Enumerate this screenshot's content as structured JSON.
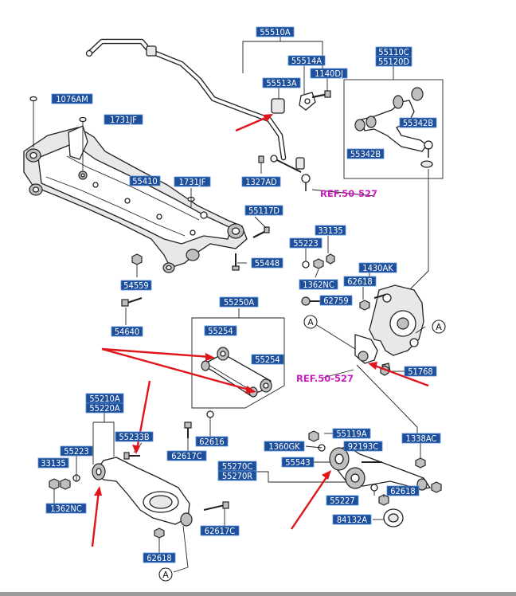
{
  "diagram": {
    "part_numbers": {
      "p55510A": "55510A",
      "p55514A": "55514A",
      "p55513A": "55513A",
      "p1140DJ": "1140DJ",
      "p1076AM": "1076AM",
      "p1731JF_a": "1731JF",
      "p1731JF_b": "1731JF",
      "p55410": "55410",
      "p1327AD": "1327AD",
      "p55110C": "55110C",
      "p55120D": "55120D",
      "p55342B_a": "55342B",
      "p55342B_b": "55342B",
      "p55117D": "55117D",
      "p33135_a": "33135",
      "p55223_a": "55223",
      "p55448": "55448",
      "p1430AK": "1430AK",
      "p62618_a": "62618",
      "p1362NC_a": "1362NC",
      "p54559": "54559",
      "p62759": "62759",
      "p54640": "54640",
      "p55250A": "55250A",
      "p55254_a": "55254",
      "p55254_b": "55254",
      "p51768": "51768",
      "p55210A": "55210A",
      "p55220A": "55220A",
      "p55233B": "55233B",
      "p62616": "62616",
      "p55119A": "55119A",
      "p1360GK": "1360GK",
      "p92193C": "92193C",
      "p1338AC": "1338AC",
      "p55223_b": "55223",
      "p33135_b": "33135",
      "p62617C_a": "62617C",
      "p55270C": "55270C",
      "p55270R": "55270R",
      "p55543": "55543",
      "p62618_b": "62618",
      "p1362NC_b": "1362NC",
      "p55227": "55227",
      "p84132A": "84132A",
      "p62617C_b": "62617C",
      "p62618_c": "62618"
    },
    "refs": {
      "ref_upper": "REF.50-527",
      "ref_lower": "REF.50-527"
    },
    "connectors": {
      "a1": "A",
      "a2": "A",
      "a3": "A"
    }
  }
}
